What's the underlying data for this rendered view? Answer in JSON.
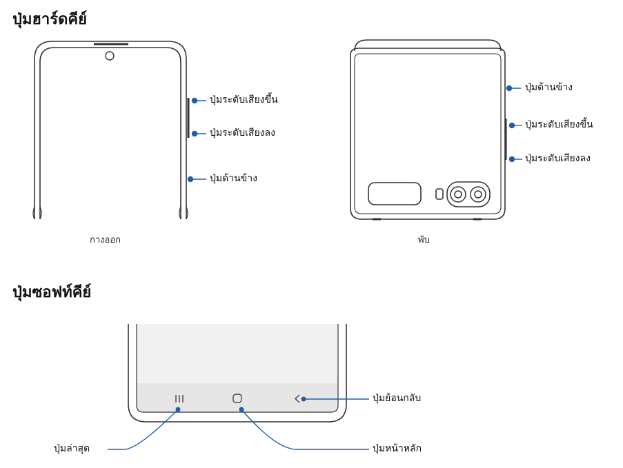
{
  "hard_keys": {
    "heading": "ปุ่มฮาร์ดคีย์",
    "unfolded": {
      "caption": "กางออก",
      "volume_up": "ปุ่มระดับเสียงขึ้น",
      "volume_down": "ปุ่มระดับเสียงลง",
      "side_key": "ปุ่มด้านข้าง"
    },
    "folded": {
      "caption": "พับ",
      "side_key": "ปุ่มด้านข้าง",
      "volume_up": "ปุ่มระดับเสียงขึ้น",
      "volume_down": "ปุ่มระดับเสียงลง"
    }
  },
  "soft_keys": {
    "heading": "ปุ่มซอฟท์คีย์",
    "back": "ปุ่มย้อนกลับ",
    "recents": "ปุ่มล่าสุด",
    "home": "ปุ่มหน้าหลัก"
  },
  "colors": {
    "accent": "#1f5fa8",
    "outline": "#333333",
    "navbar": "#e6e6e6",
    "screen": "#f1f1f1"
  }
}
